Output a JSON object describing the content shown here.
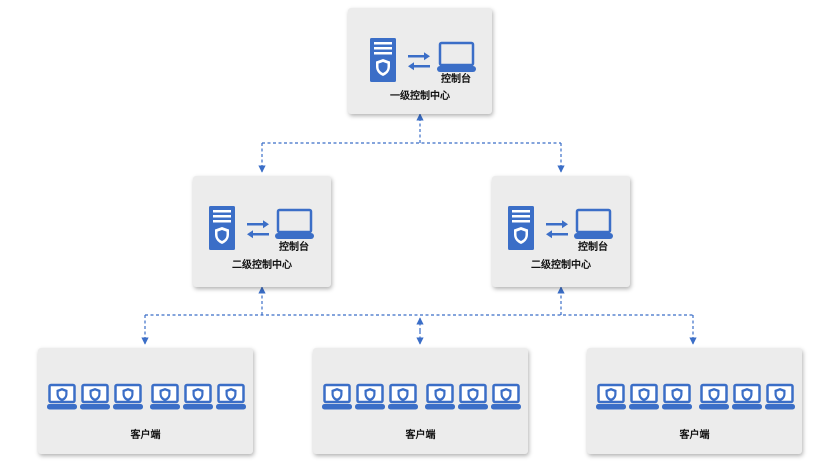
{
  "colors": {
    "node_bg": "#ececec",
    "accent": "#3b6ec7",
    "link": "#3b6ec7"
  },
  "icons": [
    "server-icon",
    "monitor-icon",
    "sync-arrows-icon",
    "shield-icon",
    "laptop-icon"
  ],
  "level1": {
    "name": "一级控制中心",
    "console_label": "控制台"
  },
  "level2": [
    {
      "name": "二级控制中心",
      "console_label": "控制台"
    },
    {
      "name": "二级控制中心",
      "console_label": "控制台"
    }
  ],
  "clients": [
    {
      "label": "客户端"
    },
    {
      "label": "客户端"
    },
    {
      "label": "客户端"
    }
  ]
}
